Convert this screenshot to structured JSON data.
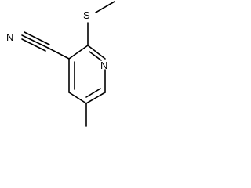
{
  "molecule": {
    "atoms": {
      "nitrogen_nitrile": "N",
      "sulfur": "S",
      "nitrogen_ring": "N"
    }
  }
}
